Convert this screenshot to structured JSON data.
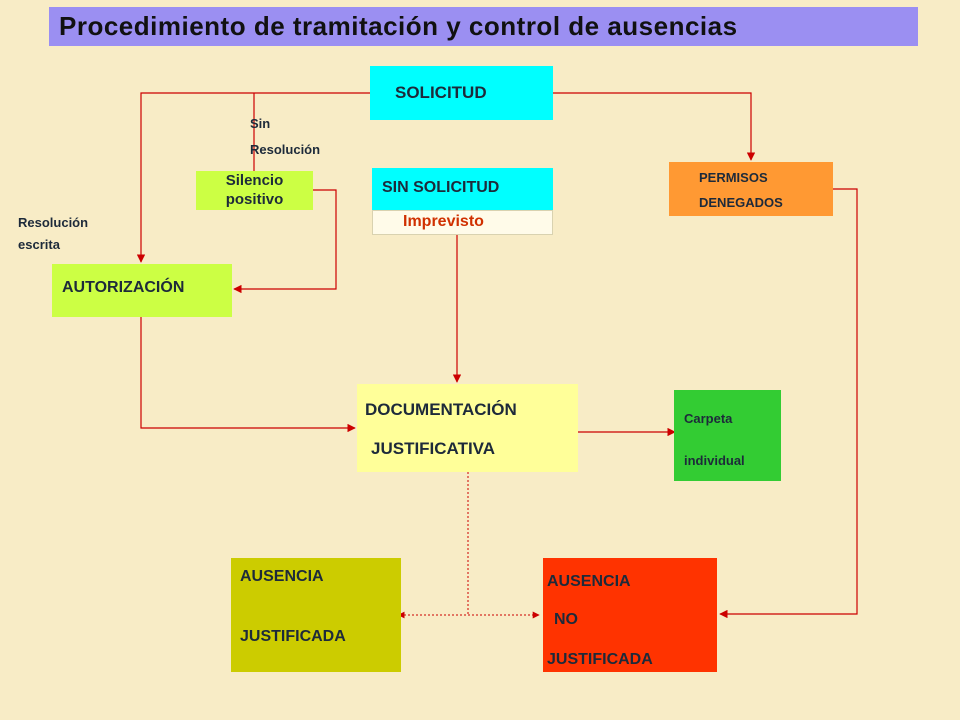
{
  "title": "Procedimiento de tramitación y control de ausencias",
  "colors": {
    "background": "#f8ecc6",
    "title_bg": "#9b8ff2",
    "solicitud": "#00ffff",
    "autorizacion": "#ccff44",
    "silencio": "#ccff44",
    "permisos_denegados": "#ff9933",
    "documentacion": "#ffff99",
    "carpeta": "#33cc33",
    "ausencia_justificada": "#cccc00",
    "ausencia_no_justificada": "#ff3300",
    "connector": "#cc0000"
  },
  "nodes": {
    "solicitud": "SOLICITUD",
    "sin_solicitud": "SIN SOLICITUD",
    "imprevisto": "Imprevisto",
    "silencio_line1": "Silencio",
    "silencio_line2": "positivo",
    "autorizacion": "AUTORIZACIÓN",
    "permisos_line1": "PERMISOS",
    "permisos_line2": "DENEGADOS",
    "documentacion_line1": "DOCUMENTACIÓN",
    "documentacion_line2": "JUSTIFICATIVA",
    "carpeta_line1": "Carpeta",
    "carpeta_line2": "individual",
    "ausencia_just_line1": "AUSENCIA",
    "ausencia_just_line2": "JUSTIFICADA",
    "ausencia_no_line1": "AUSENCIA",
    "ausencia_no_line2": "NO",
    "ausencia_no_line3": "JUSTIFICADA"
  },
  "labels": {
    "sin_line1": "Sin",
    "sin_line2": "Resolución",
    "resolucion_line1": "Resolución",
    "resolucion_line2": "escrita"
  }
}
